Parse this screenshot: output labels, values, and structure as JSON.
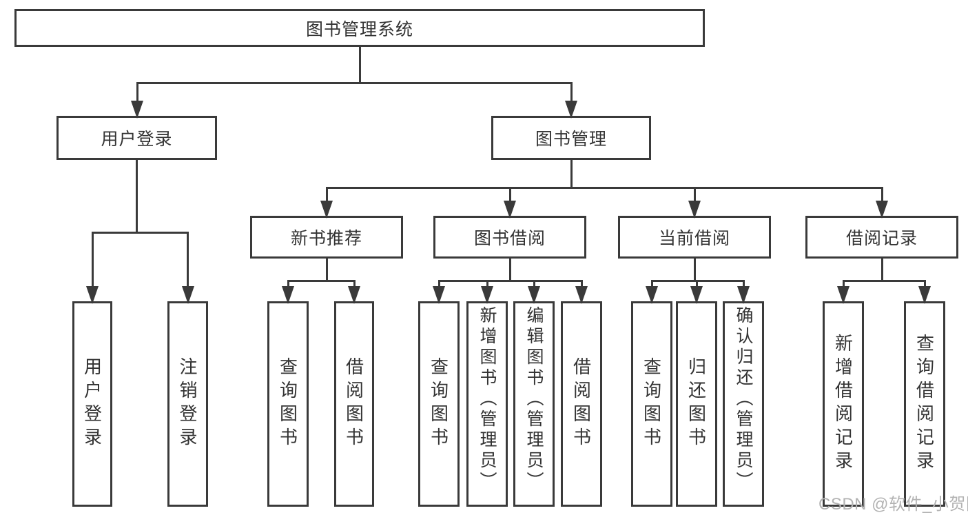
{
  "diagram": {
    "title": "图书管理系统",
    "root": {
      "label": "图书管理系统"
    },
    "branches": [
      {
        "label": "用户登录",
        "children": [
          {
            "label": "用户登录"
          },
          {
            "label": "注销登录"
          }
        ]
      },
      {
        "label": "图书管理",
        "children": [
          {
            "label": "新书推荐",
            "children": [
              {
                "label": "查询图书"
              },
              {
                "label": "借阅图书"
              }
            ]
          },
          {
            "label": "图书借阅",
            "children": [
              {
                "label": "查询图书"
              },
              {
                "label": "新增图书（管理员）"
              },
              {
                "label": "编辑图书（管理员）"
              },
              {
                "label": "借阅图书"
              }
            ]
          },
          {
            "label": "当前借阅",
            "children": [
              {
                "label": "查询图书"
              },
              {
                "label": "归还图书"
              },
              {
                "label": "确认归还（管理员）"
              }
            ]
          },
          {
            "label": "借阅记录",
            "children": [
              {
                "label": "新增借阅记录"
              },
              {
                "label": "查询借阅记录"
              }
            ]
          }
        ]
      }
    ]
  },
  "watermark": {
    "text": "CSDN @软件_小贺同学"
  },
  "colors": {
    "line": "#3a3a3a",
    "text": "#333333",
    "background": "#ffffff",
    "watermark": "#b3b3b3"
  }
}
